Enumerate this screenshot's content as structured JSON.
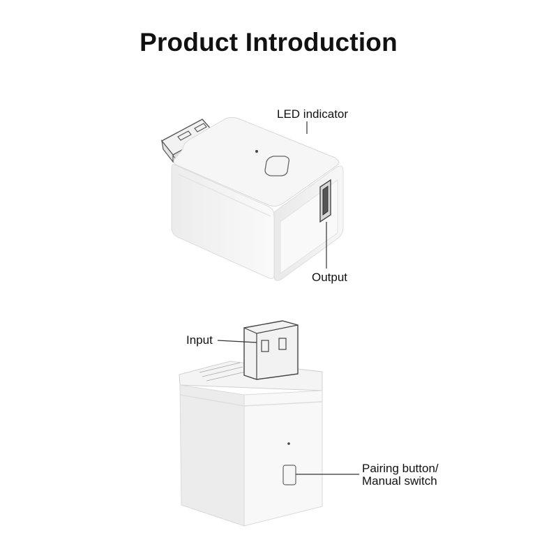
{
  "page": {
    "title": "Product Introduction"
  },
  "top_view": {
    "led_label": "LED indicator",
    "output_label": "Output"
  },
  "bottom_view": {
    "input_label": "Input",
    "pairing_label_line1": "Pairing button/",
    "pairing_label_line2": "Manual switch"
  }
}
